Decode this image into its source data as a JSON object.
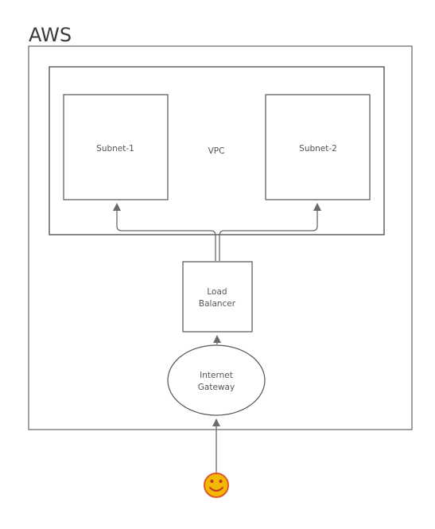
{
  "diagram": {
    "title": "AWS",
    "vpc_label": "VPC",
    "subnet_1_label": "Subnet-1",
    "subnet_2_label": "Subnet-2",
    "load_balancer_line1": "Load",
    "load_balancer_line2": "Balancer",
    "gateway_line1": "Internet",
    "gateway_line2": "Gateway",
    "user_icon": "smiley-face-icon"
  },
  "colors": {
    "stroke": "#555555",
    "user_face": "#f5b800",
    "user_outline": "#e05a2a"
  }
}
